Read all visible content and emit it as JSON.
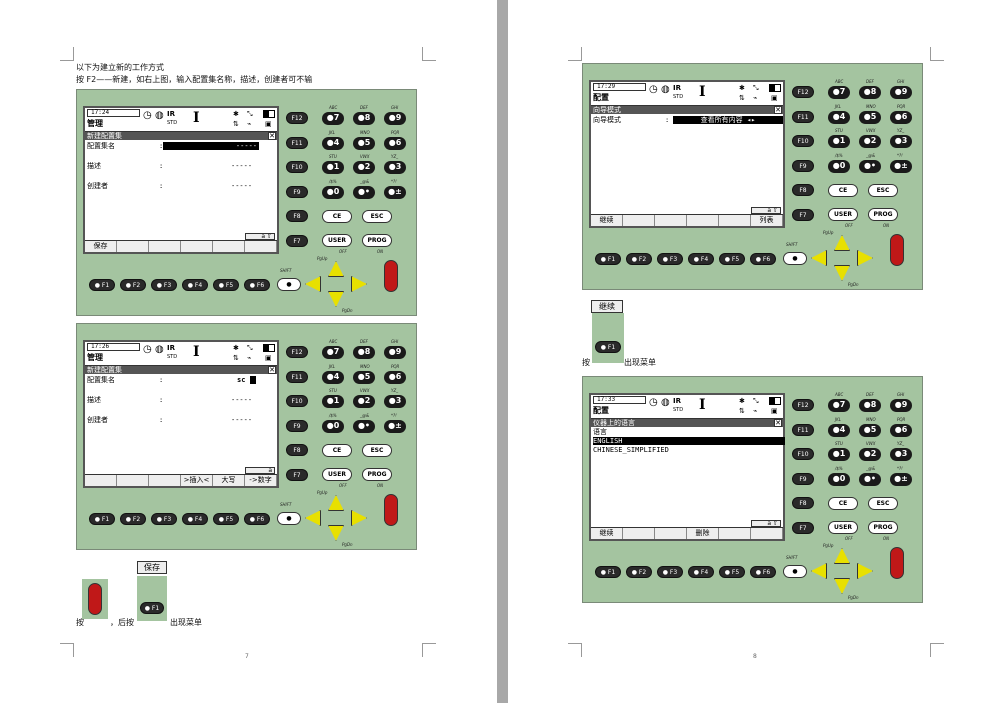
{
  "left_page": {
    "heading": "以下为建立新的工作方式",
    "instruction": "按 F2——新建，如右上图，输入配置集名称，描述，创建者可不输",
    "bottom_text_1": "按",
    "bottom_text_2": "，后按",
    "bottom_text_3": "出现菜单",
    "save_button": "保存",
    "page_number": "7"
  },
  "right_page": {
    "continue_button": "继续",
    "bottom_text_1": "按",
    "bottom_text_2": "出现菜单",
    "page_number": "8"
  },
  "device_common": {
    "f_keys_side": [
      "F12",
      "F11",
      "F10",
      "F9",
      "F8",
      "F7"
    ],
    "f_keys_bottom": [
      "F1",
      "F2",
      "F3",
      "F4",
      "F5",
      "F6"
    ],
    "num_keys": [
      "7",
      "8",
      "9",
      "4",
      "5",
      "6",
      "1",
      "2",
      "3",
      "0",
      "•",
      "±"
    ],
    "num_labels": [
      "ABC",
      "DEF",
      "GHI",
      "JKL",
      "MNO",
      "PQR",
      "STU",
      "VWX",
      "YZ_",
      "/$%",
      "_@&",
      "*?!"
    ],
    "ce": "CE",
    "esc": "ESC",
    "user": "USER",
    "prog": "PROG",
    "shift": "SHIFT",
    "pgup": "PgUp",
    "pgdn": "PgDn",
    "off": "OFF",
    "on": "ON",
    "ir": "IR",
    "std": "STD",
    "big_i": "I"
  },
  "devices": [
    {
      "time": "17:24",
      "mode": "管理",
      "title": "新建配置集",
      "rows": [
        {
          "label": "配置集名",
          "value": "",
          "dashes": "-----"
        },
        {
          "label": "描述",
          "value": "",
          "dashes": "-----"
        },
        {
          "label": "创建者",
          "value": "",
          "dashes": "-----"
        }
      ],
      "fbar": [
        "保存",
        "",
        "",
        "",
        "",
        ""
      ],
      "abox": "a ⇧"
    },
    {
      "time": "17:26",
      "mode": "管理",
      "title": "新建配置集",
      "rows": [
        {
          "label": "配置集名",
          "value": "sc",
          "dashes": ""
        },
        {
          "label": "描述",
          "value": "",
          "dashes": "-----"
        },
        {
          "label": "创建者",
          "value": "",
          "dashes": "-----"
        }
      ],
      "fbar": [
        "",
        "",
        "",
        ">插入<",
        "大写",
        "->数字"
      ],
      "abox": "a"
    },
    {
      "time": "17:29",
      "mode": "配置",
      "title": "向导模式",
      "rows": [
        {
          "label": "向导模式",
          "value": "查看所有内容",
          "dashes": ""
        }
      ],
      "fbar": [
        "继续",
        "",
        "",
        "",
        "",
        "列表"
      ],
      "abox": "a ⇧"
    },
    {
      "time": "17:33",
      "mode": "配置",
      "title": "仪器上的语言",
      "rows": [
        {
          "label": "语言",
          "value": "",
          "dashes": ""
        },
        {
          "label": "ENGLISH",
          "value": "",
          "dashes": ""
        },
        {
          "label": "CHINESE_SIMPLIFIED",
          "value": "",
          "dashes": ""
        }
      ],
      "fbar": [
        "继续",
        "",
        "",
        "删除",
        "",
        ""
      ],
      "abox": "a ⇧"
    }
  ]
}
